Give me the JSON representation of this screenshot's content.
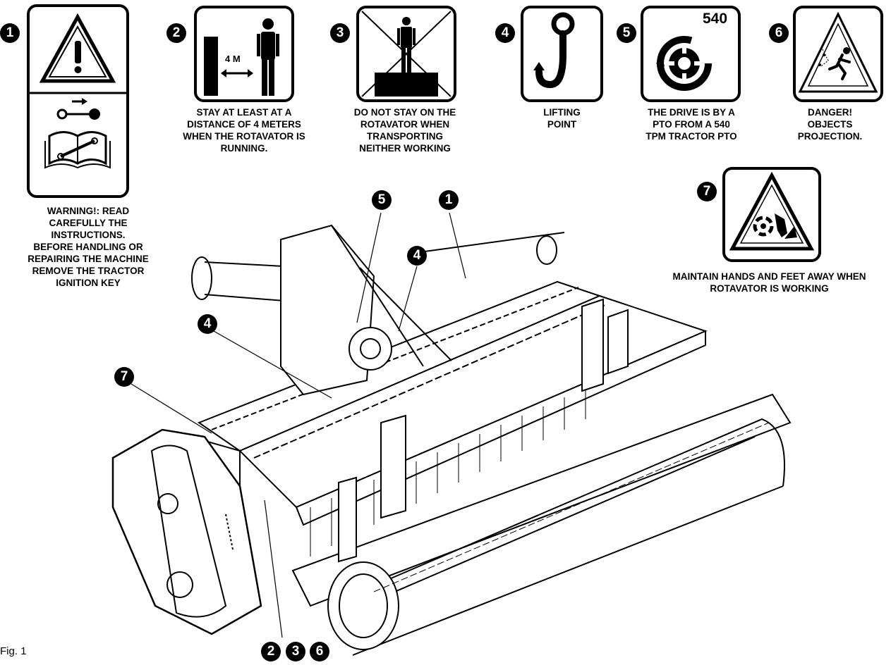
{
  "signs": [
    {
      "number": "1",
      "caption": "WARNING!: READ\nCAREFULLY THE\nINSTRUCTIONS.\nBEFORE HANDLING OR\nREPAIRING THE MACHINE\nREMOVE THE TRACTOR\nIGNITION  KEY",
      "icon": "warning-manual-key-icon"
    },
    {
      "number": "2",
      "caption": "STAY AT LEAST AT A\nDISTANCE OF 4 METERS\nWHEN THE ROTAVATOR IS\nRUNNING.",
      "icon": "keep-distance-icon",
      "distance_label": "4 M"
    },
    {
      "number": "3",
      "caption": "DO NOT STAY ON THE\nROTAVATOR WHEN\nTRANSPORTING\nNEITHER  WORKING",
      "icon": "no-standing-icon"
    },
    {
      "number": "4",
      "caption": "LIFTING\nPOINT",
      "icon": "hook-icon"
    },
    {
      "number": "5",
      "caption": "THE DRIVE IS BY A\nPTO FROM A 540\nTPM TRACTOR PTO",
      "icon": "pto-icon",
      "rpm_label": "540"
    },
    {
      "number": "6",
      "caption": "DANGER!\nOBJECTS\nPROJECTION.",
      "icon": "projection-danger-icon"
    },
    {
      "number": "7",
      "caption": "MAINTAIN HANDS AND FEET AWAY WHEN\nROTAVATOR IS WORKING",
      "icon": "rotating-blades-icon"
    }
  ],
  "callouts": {
    "top_5": "5",
    "top_1": "1",
    "mid_4a": "4",
    "mid_4b": "4",
    "left_7": "7",
    "bottom_2": "2",
    "bottom_3": "3",
    "bottom_6": "6"
  },
  "figure_label": "Fig. 1"
}
